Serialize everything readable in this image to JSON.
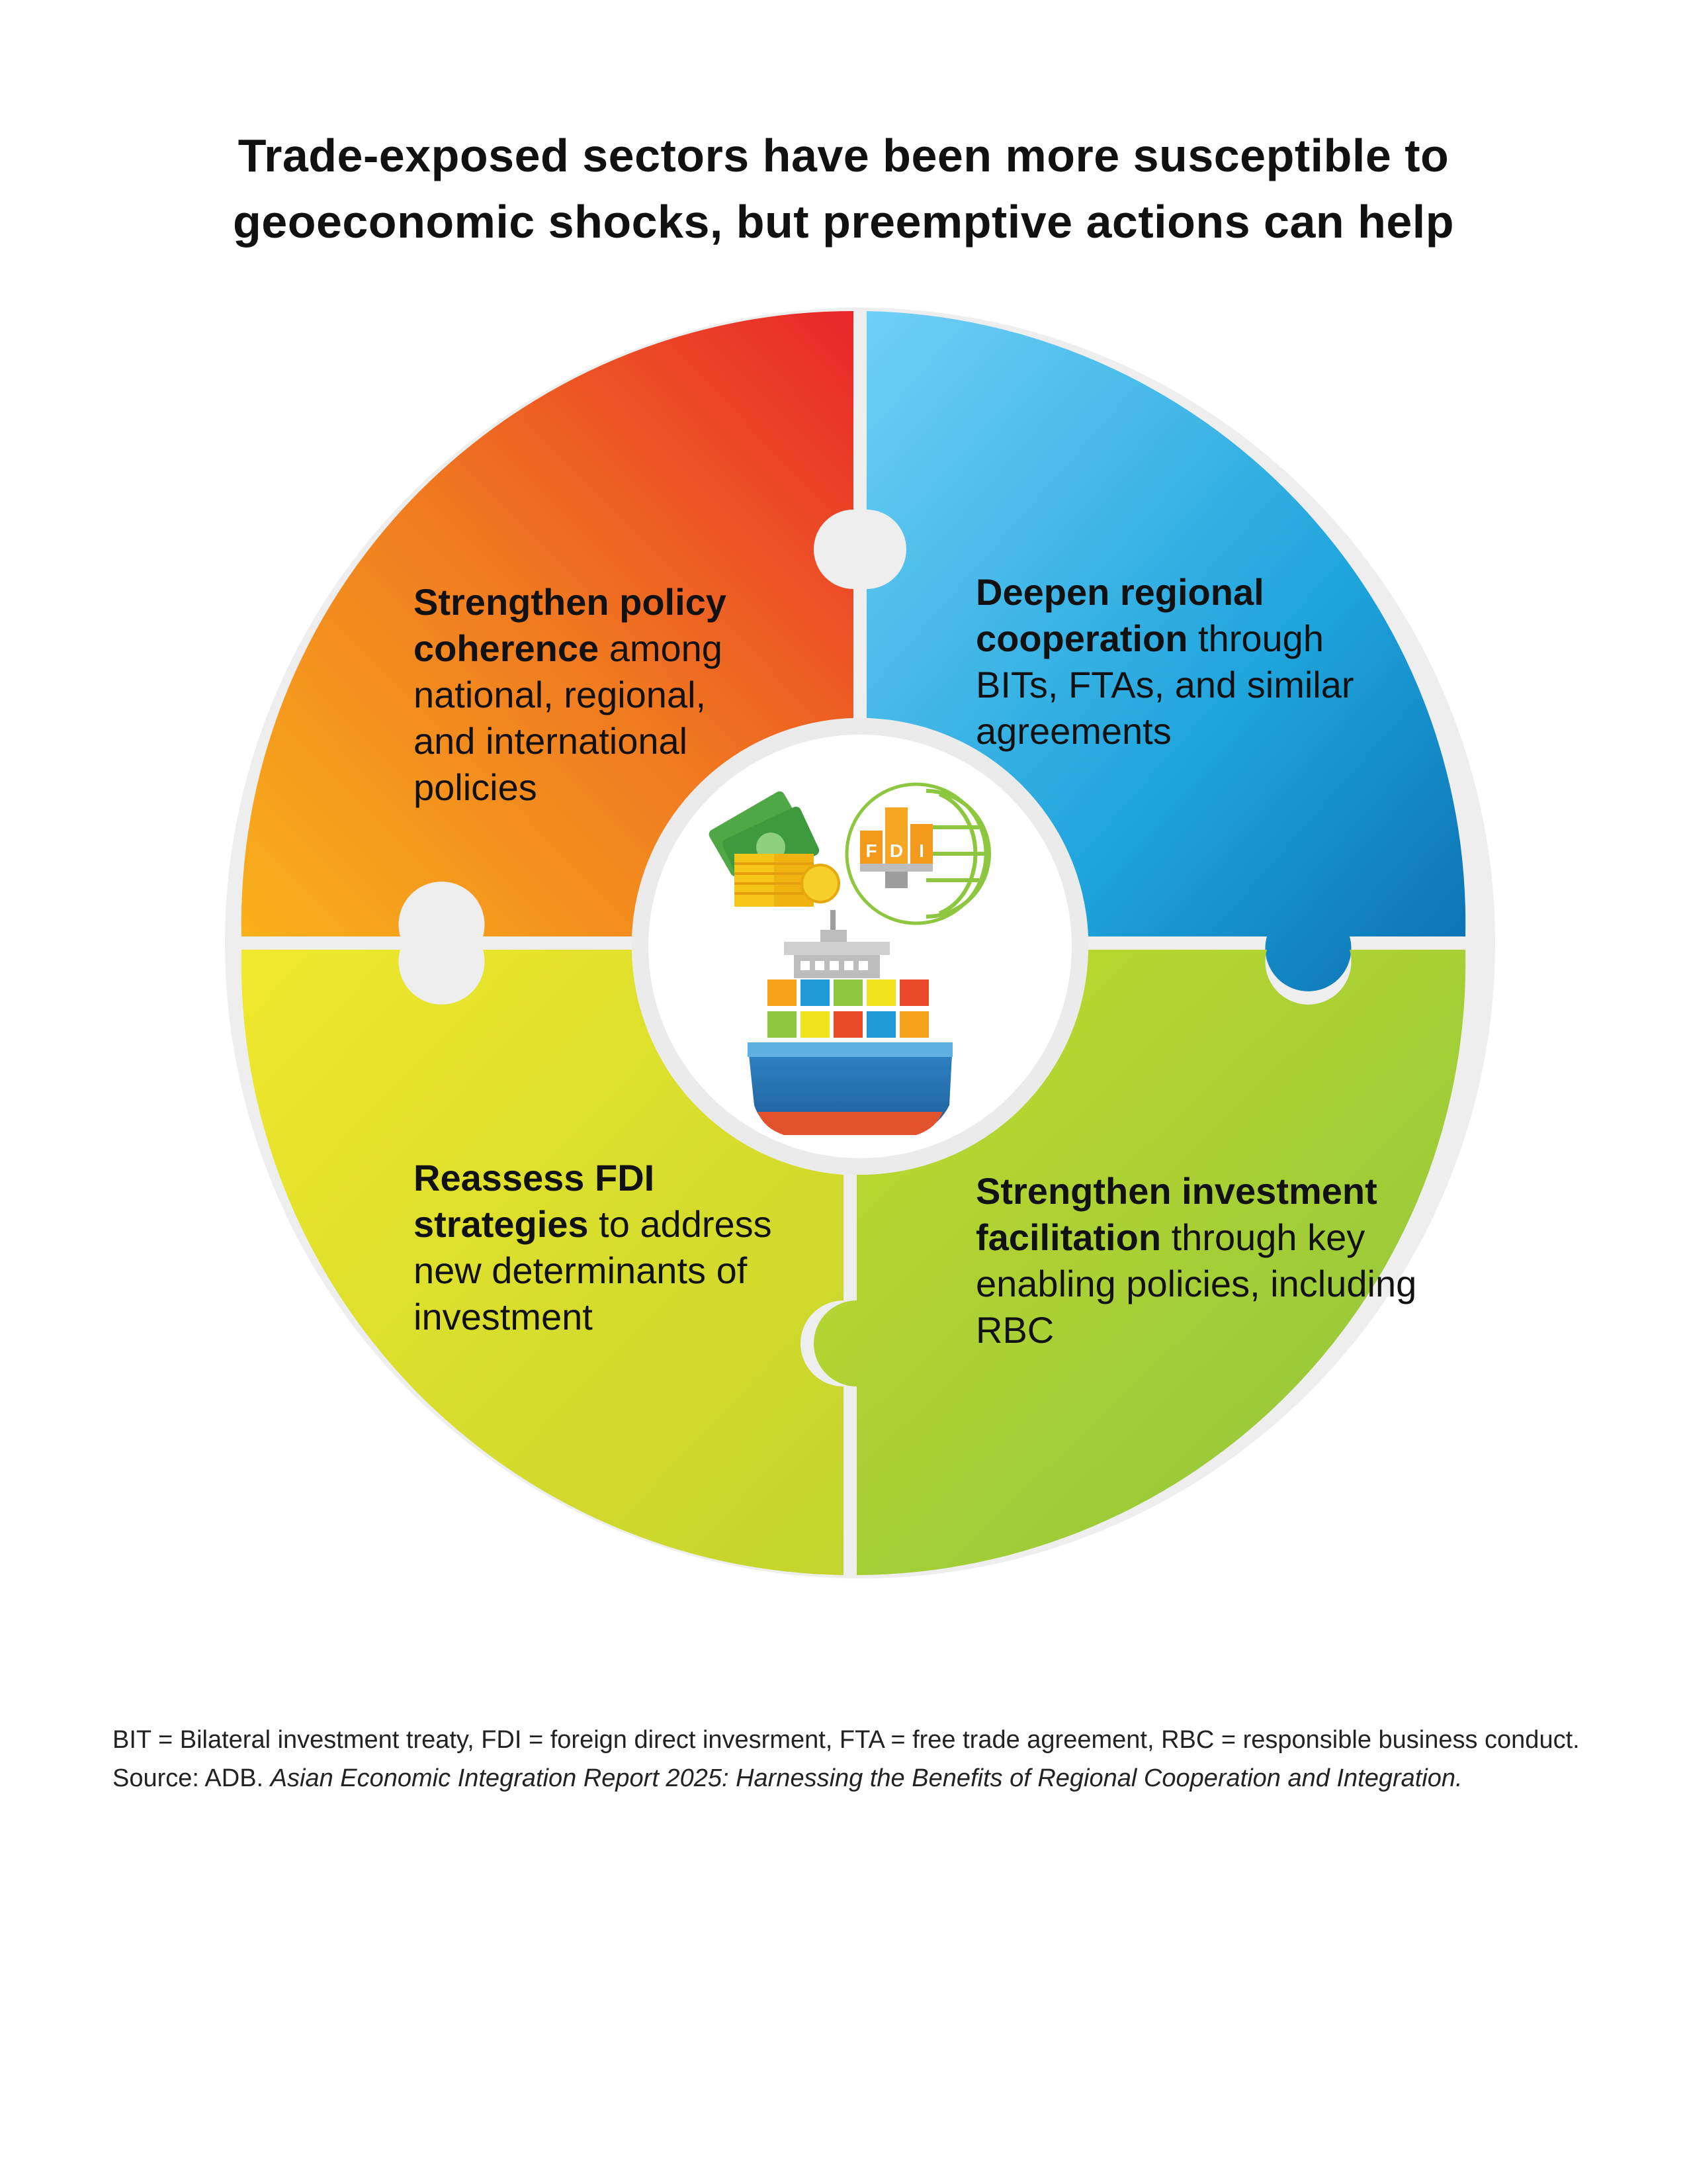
{
  "title": {
    "line1": "Trade-exposed sectors have been more susceptible to",
    "line2": "geoeconomic shocks, but preemptive actions can help"
  },
  "quadrants": {
    "top_left": {
      "bold": "Strengthen policy coherence",
      "rest": " among national, regional, and international policies",
      "color": "#f07a20"
    },
    "top_right": {
      "bold": "Deepen regional cooperation",
      "rest": " through BITs, FTAs, and similar agreements",
      "color": "#2aa7e0"
    },
    "bottom_left": {
      "bold": "Reassess FDI strategies",
      "rest": " to address new determinants of investment",
      "color": "#dfe12c"
    },
    "bottom_right": {
      "bold": "Strengthen investment facilitation",
      "rest": " through key enabling policies, including RBC",
      "color": "#a8cc3a"
    }
  },
  "center": {
    "icons": [
      "money-stack-icon",
      "fdi-globe-icon",
      "container-ship-icon"
    ],
    "fdi_letters": [
      "F",
      "D",
      "I"
    ]
  },
  "notes": {
    "abbreviations": "BIT = Bilateral investment treaty, FDI = foreign direct invesrment, FTA = free trade agreement, RBC = responsible business conduct.",
    "source_prefix": "Source: ADB. ",
    "source_title": "Asian Economic Integration Report 2025: Harnessing the Benefits of Regional Cooperation and Integration."
  }
}
